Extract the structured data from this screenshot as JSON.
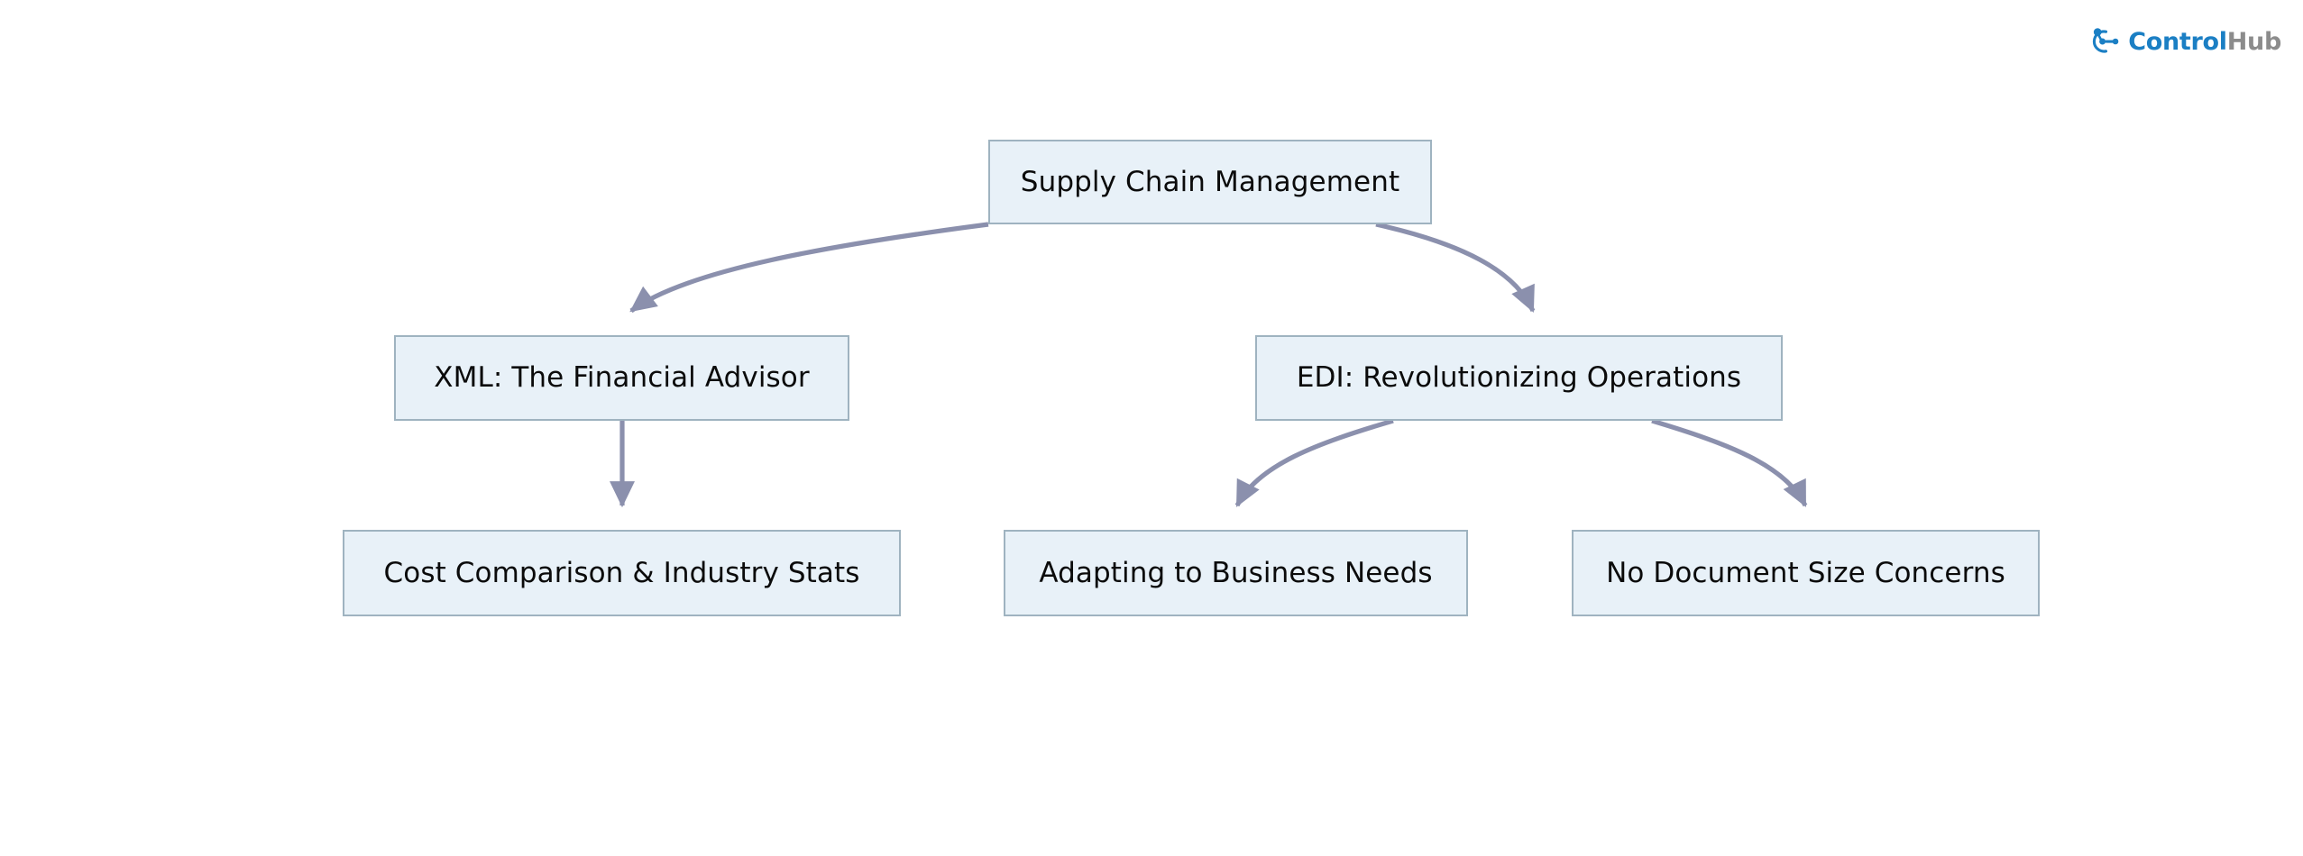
{
  "brand": {
    "name_primary": "Control",
    "name_secondary": "Hub",
    "icon": "controlhub-node-icon",
    "primary_color": "#1b7fc4",
    "secondary_color": "#8c8c8c"
  },
  "diagram": {
    "type": "flowchart",
    "direction": "top-down",
    "node_fill": "#e8f1f8",
    "node_border": "#9fb3c0",
    "edge_color": "#8b90ad",
    "text_color": "#0b0b0b",
    "background": "#ffffff",
    "nodes": [
      {
        "id": "root",
        "label": "Supply Chain Management",
        "level": 0
      },
      {
        "id": "xml",
        "label": "XML: The Financial Advisor",
        "level": 1
      },
      {
        "id": "edi",
        "label": "EDI: Revolutionizing Operations",
        "level": 1
      },
      {
        "id": "cost",
        "label": "Cost Comparison & Industry Stats",
        "level": 2
      },
      {
        "id": "adapting",
        "label": "Adapting to Business Needs",
        "level": 2
      },
      {
        "id": "nosize",
        "label": "No Document Size Concerns",
        "level": 2
      }
    ],
    "edges": [
      {
        "from": "root",
        "to": "xml",
        "style": "curved",
        "arrow": "triangle"
      },
      {
        "from": "root",
        "to": "edi",
        "style": "curved",
        "arrow": "triangle"
      },
      {
        "from": "xml",
        "to": "cost",
        "style": "straight",
        "arrow": "triangle"
      },
      {
        "from": "edi",
        "to": "adapting",
        "style": "curved",
        "arrow": "triangle"
      },
      {
        "from": "edi",
        "to": "nosize",
        "style": "curved",
        "arrow": "triangle"
      }
    ]
  }
}
